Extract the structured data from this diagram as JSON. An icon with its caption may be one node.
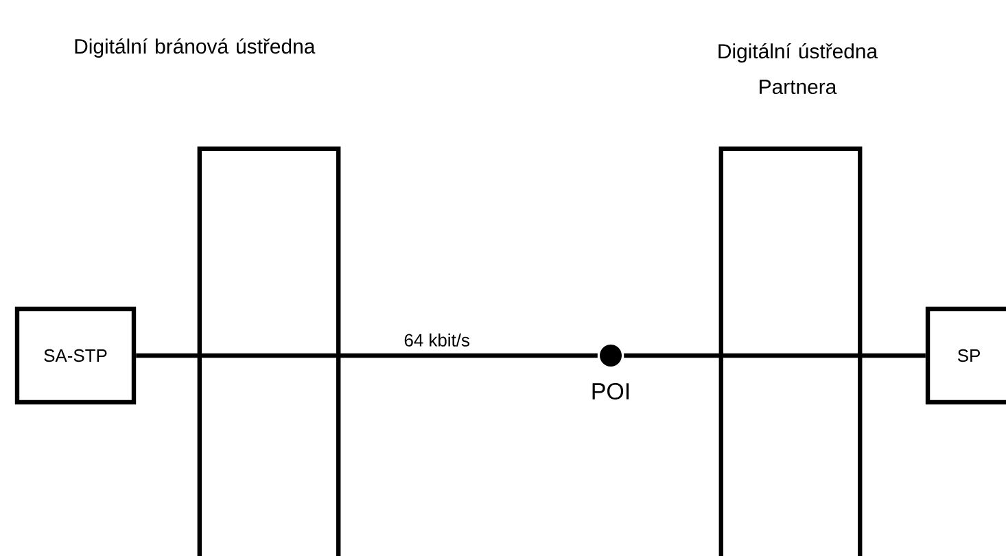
{
  "diagram": {
    "nodes": [
      {
        "text": [
          "SA-STP"
        ]
      },
      {
        "text": [
          "Digitální bránová ústředna"
        ]
      },
      {
        "text": [
          "Digitální ústředna Partnera"
        ]
      },
      {
        "text": [
          "POI"
        ]
      },
      {
        "text": [
          "SP"
        ]
      }
    ],
    "edges": [
      {
        "from": 0,
        "to": 1,
        "arrow": "none"
      },
      {
        "from": 1,
        "to": 3,
        "arrow": "none",
        "label": "64 kbit/s"
      },
      {
        "from": 3,
        "to": 2,
        "arrow": "none"
      },
      {
        "from": 2,
        "to": 4,
        "arrow": "none"
      }
    ]
  }
}
